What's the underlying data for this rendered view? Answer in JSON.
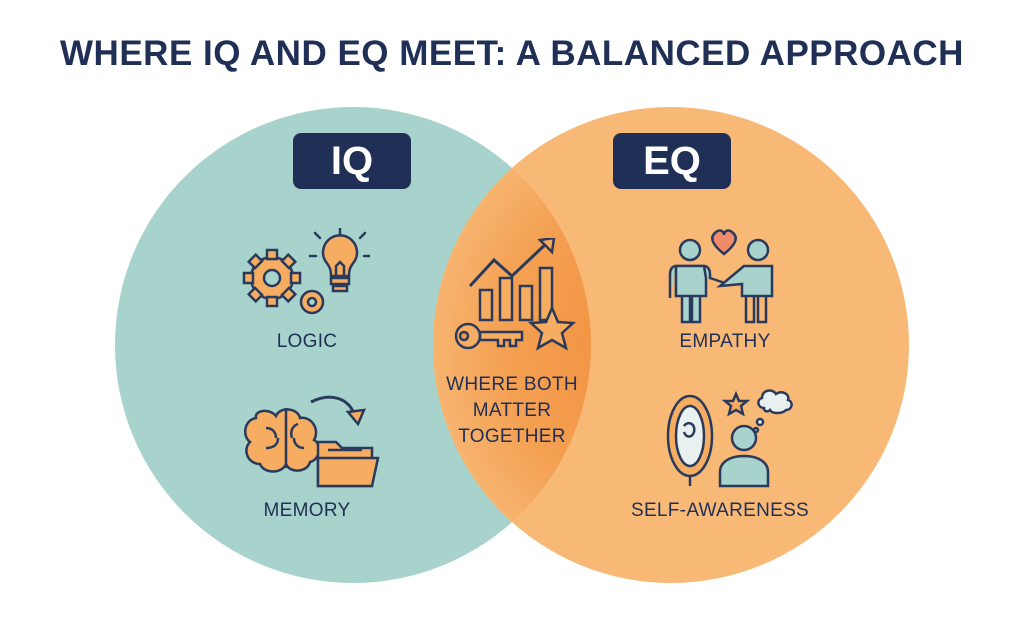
{
  "title": "WHERE IQ AND EQ MEET: A BALANCED APPROACH",
  "colors": {
    "iq_circle": "#a8d3cc",
    "eq_circle": "#f8b977",
    "overlap": "#f39a4a",
    "badge": "#1f2f55",
    "text": "#1f2f55",
    "icon_fill": "#f6ad62",
    "icon_stroke": "#2a3a5c"
  },
  "iq": {
    "tag": "IQ",
    "items": [
      {
        "label": "LOGIC",
        "icon": "gears-lightbulb-icon"
      },
      {
        "label": "MEMORY",
        "icon": "brain-folder-icon"
      }
    ]
  },
  "eq": {
    "tag": "EQ",
    "items": [
      {
        "label": "EMPATHY",
        "icon": "people-heart-icon"
      },
      {
        "label": "SELF-AWARENESS",
        "icon": "mirror-person-icon"
      }
    ]
  },
  "overlap": {
    "lines": [
      "WHERE BOTH",
      "MATTER",
      "TOGETHER"
    ],
    "icon": "growth-chart-key-star-icon"
  }
}
